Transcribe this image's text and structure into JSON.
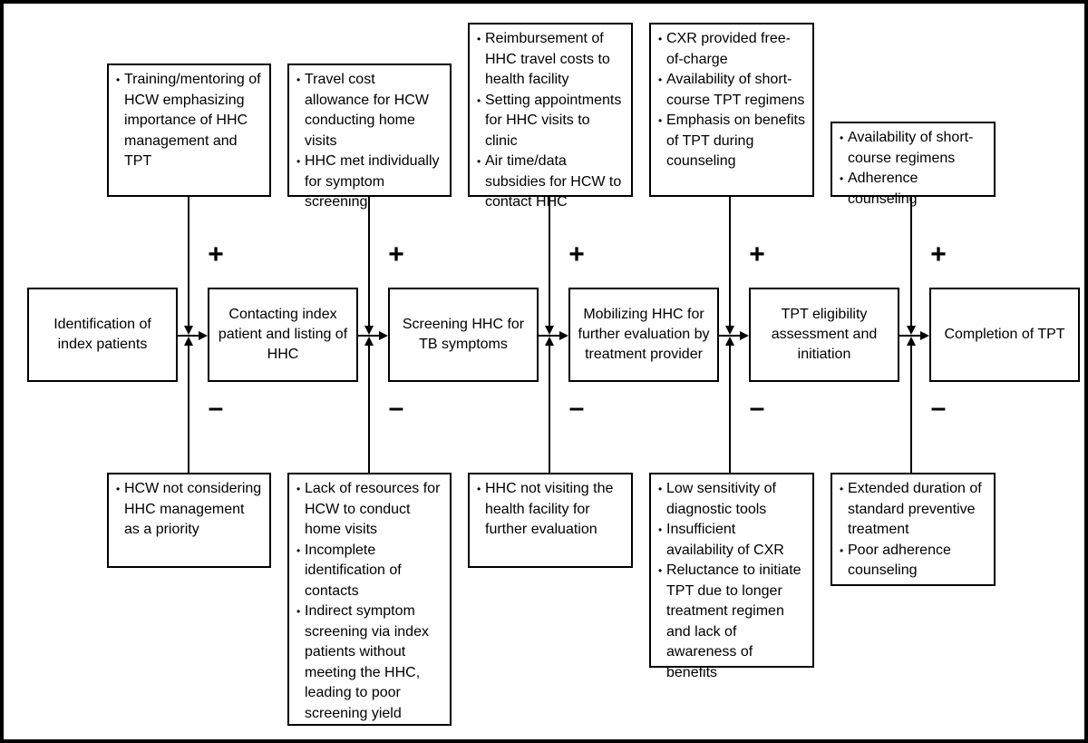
{
  "stages": [
    "Identification of index patients",
    "Contacting index patient and listing of HHC",
    "Screening HHC for TB symptoms",
    "Mobilizing HHC for further evaluation by treatment provider",
    "TPT eligibility assessment and initiation",
    "Completion of TPT"
  ],
  "signs": {
    "plus": "+",
    "minus": "–"
  },
  "facilitators": [
    [
      "Training/mentoring of HCW emphasizing importance of HHC management and TPT"
    ],
    [
      "Travel cost allowance for HCW conducting home visits",
      "HHC met individually for symptom screening"
    ],
    [
      "Reimbursement of HHC travel costs to health facility",
      "Setting appointments for HHC visits to clinic",
      "Air time/data subsidies for HCW to contact HHC"
    ],
    [
      "CXR provided free-of-charge",
      "Availability of short-course TPT regimens",
      "Emphasis on benefits of TPT during counseling"
    ],
    [
      "Availability of short-course regimens",
      "Adherence counseling"
    ]
  ],
  "barriers": [
    [
      "HCW not considering HHC management as a priority"
    ],
    [
      "Lack of resources for HCW to conduct home visits",
      "Incomplete identification of contacts",
      "Indirect symptom screening via index patients without meeting the HHC, leading to poor screening yield"
    ],
    [
      "HHC not visiting the health facility for further evaluation"
    ],
    [
      "Low sensitivity of diagnostic tools",
      "Insufficient availability of CXR",
      "Reluctance to initiate TPT due to longer treatment regimen and lack of awareness of benefits"
    ],
    [
      "Extended duration of standard preventive treatment",
      "Poor adherence counseling"
    ]
  ]
}
